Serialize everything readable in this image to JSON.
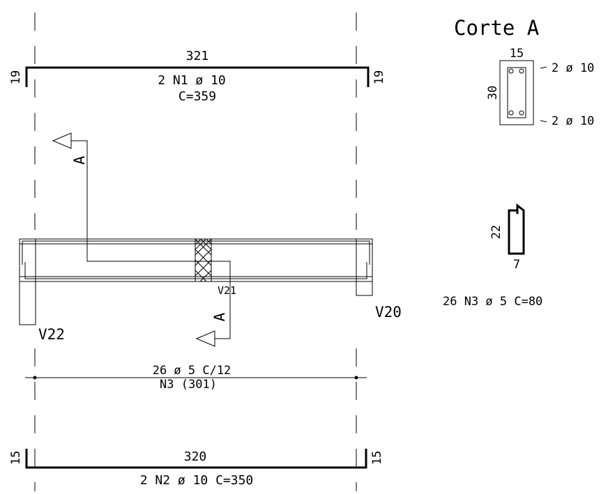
{
  "section_title": "Corte A",
  "top_bar": {
    "length": "321",
    "hook_left": "19",
    "hook_right": "19",
    "spec": "2 N1 ø 10",
    "total": "C=359"
  },
  "bottom_bar": {
    "length": "320",
    "hook_left": "15",
    "hook_right": "15",
    "spec": "2 N2 ø 10 C=350"
  },
  "stirrup_dist": {
    "spec": "26 ø 5 C/12",
    "ref": "N3 (301)"
  },
  "section": {
    "width": "15",
    "height": "30",
    "top_rebar": "2 ø 10",
    "bottom_rebar": "2 ø 10"
  },
  "stirrup_detail": {
    "height": "22",
    "width": "7",
    "spec": "26 N3 ø 5 C=80"
  },
  "cut_label_top": "A",
  "cut_label_bottom": "A",
  "beams": {
    "left": "V22",
    "right": "V20",
    "middle": "V21"
  }
}
